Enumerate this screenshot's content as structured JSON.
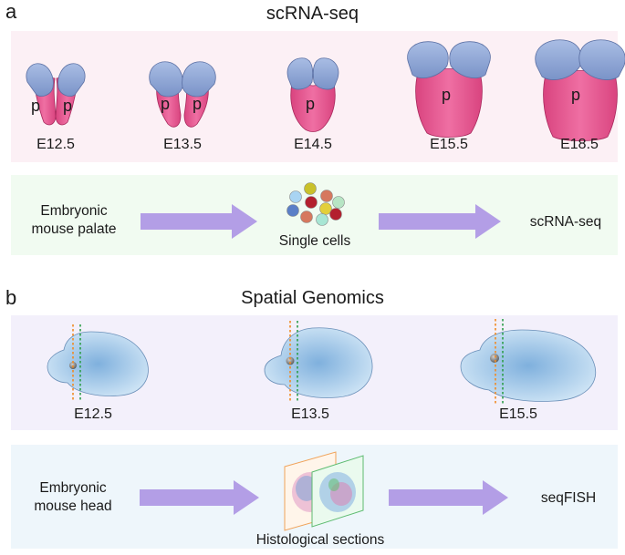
{
  "panel_a": {
    "letter": "a",
    "title": "scRNA-seq",
    "palate_marker": "p",
    "stages": [
      "E12.5",
      "E13.5",
      "E14.5",
      "E15.5",
      "E18.5"
    ],
    "flow": {
      "input": "Embryonic mouse palate",
      "input_line1": "Embryonic",
      "input_line2": "mouse palate",
      "middle": "Single cells",
      "output": "scRNA-seq"
    },
    "cell_colors": [
      "#a9d4f3",
      "#c9c12a",
      "#d6785e",
      "#b7e5c4",
      "#e3cf3a",
      "#b3202e",
      "#5b7fc7",
      "#d6785e",
      "#a8e6d4",
      "#b3202e"
    ]
  },
  "panel_b": {
    "letter": "b",
    "title": "Spatial Genomics",
    "stages": [
      "E12.5",
      "E13.5",
      "E15.5"
    ],
    "flow": {
      "input": "Embryonic mouse head",
      "input_line1": "Embryonic",
      "input_line2": "mouse head",
      "middle": "Histological sections",
      "output": "seqFISH"
    }
  },
  "colors": {
    "palate_pink": "#e0538d",
    "shelf_blue": "#8ea6d6",
    "arrow_purple": "#b39ee6",
    "panel_a_top_bg": "#fcf0f5",
    "panel_a_bottom_bg": "#f1fbf1",
    "panel_b_top_bg": "#f3f0fb",
    "panel_b_bottom_bg": "#eef6fb",
    "orange_dash": "#f08a24",
    "green_dash": "#2e9e4a"
  }
}
